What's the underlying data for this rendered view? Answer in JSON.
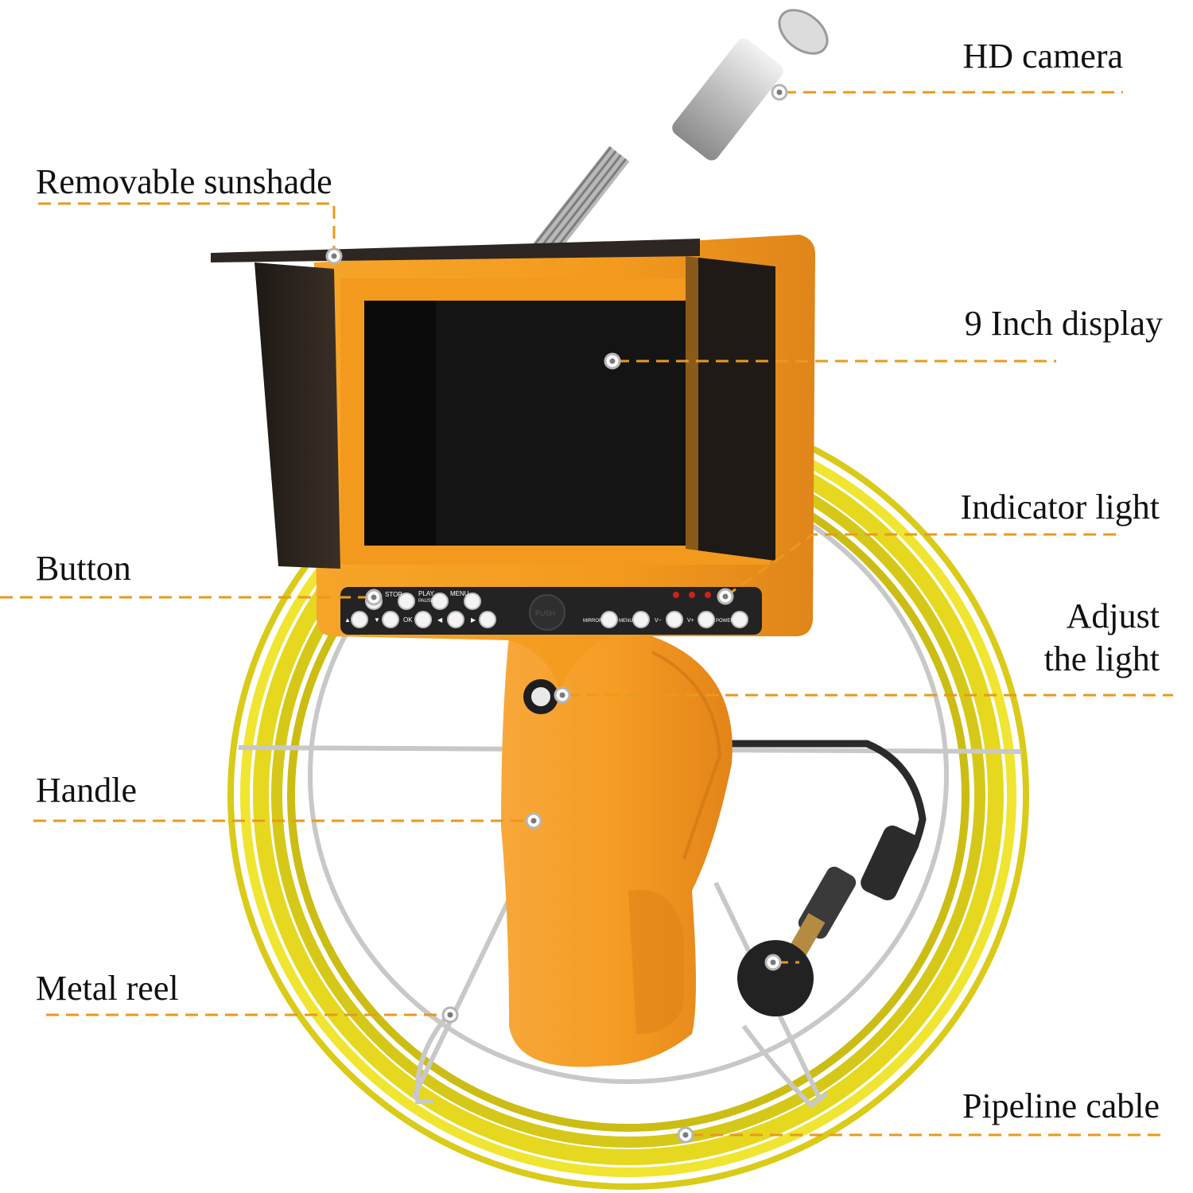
{
  "labels": {
    "hd_camera": "HD camera",
    "removable_sunshade": "Removable sunshade",
    "display": "9 Inch display",
    "indicator_light": "Indicator light",
    "button": "Button",
    "adjust_light": [
      "Adjust",
      "the light"
    ],
    "handle": "Handle",
    "metal_reel": "Metal reel",
    "pipeline_cable": "Pipeline cable"
  },
  "panel": {
    "top_row": [
      "STOP",
      "PLAY",
      "PAUSE",
      "MENU"
    ],
    "bottom_row": [
      "▲",
      "▼",
      "OK",
      "◀",
      "▶"
    ],
    "push": "PUSH",
    "right_row": [
      "MIRROR",
      "MENU",
      "V−",
      "V+",
      "POWER"
    ]
  },
  "colors": {
    "leader": "#e89a1c",
    "body": "#f39a1e",
    "cable": "#e6d81e",
    "screen": "#141414",
    "sunshade": "#2a2420",
    "reel": "#c8c8c8"
  }
}
